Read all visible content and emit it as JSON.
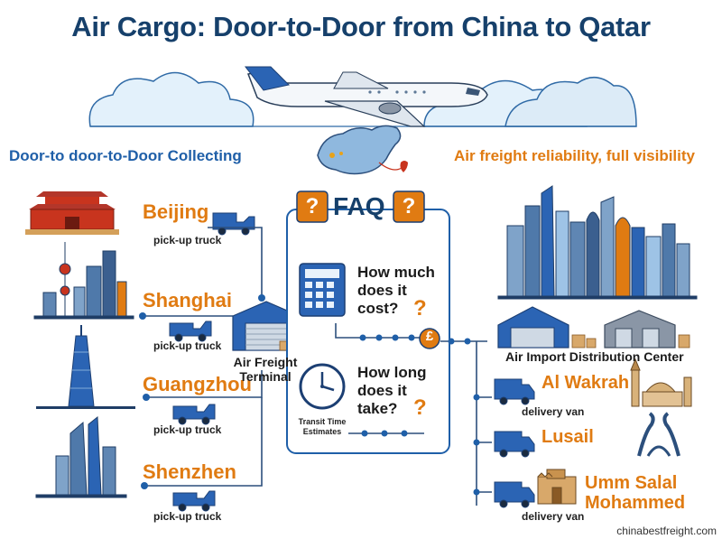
{
  "title": "Air Cargo: Door-to-Door from China to Qatar",
  "subheadings": {
    "left": "Door-to door-to-Door Collecting",
    "right": "Air freight reliability, full visibility"
  },
  "origins": [
    {
      "city": "Beijing",
      "vehicle": "pick-up truck"
    },
    {
      "city": "Shanghai",
      "vehicle": "pick-up truck"
    },
    {
      "city": "Guangzhou",
      "vehicle": "pick-up truck"
    },
    {
      "city": "Shenzhen",
      "vehicle": "pick-up truck"
    }
  ],
  "terminal": {
    "line1": "Air Freight",
    "line2": "Terminal"
  },
  "faq": {
    "title": "FAQ",
    "q1": {
      "line1": "How much",
      "line2": "does it",
      "line3": "cost?"
    },
    "q2": {
      "line1": "How long",
      "line2": "does it",
      "line3": "take?"
    },
    "transit": {
      "line1": "Transit Time",
      "line2": "Estimates"
    },
    "currency_symbol": "£",
    "question_mark": "?"
  },
  "distribution_center": "Air Import Distribution Center",
  "destinations": [
    {
      "city_line1": "Al Wakrah",
      "city_line2": "",
      "vehicle": "delivery van"
    },
    {
      "city_line1": "Lusail",
      "city_line2": "",
      "vehicle": ""
    },
    {
      "city_line1": "Umm Salal",
      "city_line2": "Mohammed",
      "vehicle": "delivery van"
    }
  ],
  "watermark": "chinabestfreight.com",
  "colors": {
    "title": "#16406b",
    "blue": "#1f5fa8",
    "orange": "#e07b12",
    "line": "#2c4f7c",
    "cloud": "#d9ecf8",
    "red": "#c8341e"
  }
}
